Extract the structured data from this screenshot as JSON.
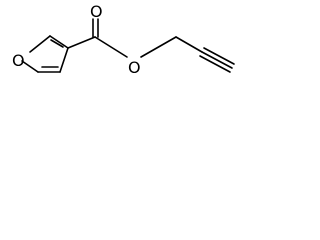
{
  "structure": {
    "bond_color": "#000000",
    "background": "#ffffff",
    "atoms": {
      "furan_oxygen": "O",
      "carbonyl_oxygen": "O",
      "ester_oxygen": "O"
    }
  }
}
